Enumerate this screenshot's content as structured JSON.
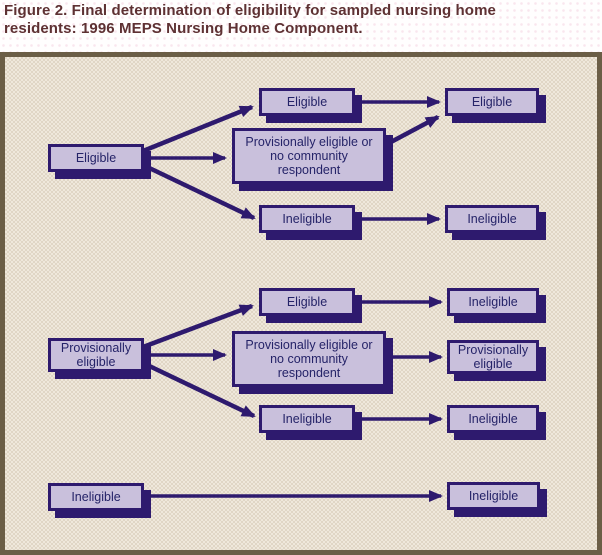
{
  "title": {
    "line1": "Figure 2.  Final determination of eligibility for sampled nursing home",
    "line2": "residents:  1996 MEPS Nursing Home Component."
  },
  "colors": {
    "title_text": "#5e3133",
    "diagram_background": "#e8e0d2",
    "diagram_border": "#6b5e46",
    "box_fill": "#c9c0dc",
    "box_border": "#2e1a6e",
    "box_shadow": "#2e1a6e",
    "box_text": "#252368",
    "arrow": "#2e1a6e"
  },
  "diagram": {
    "nodes": {
      "l1": {
        "label": "Eligible"
      },
      "l2": {
        "label": "Provisionally eligible"
      },
      "l3": {
        "label": "Ineligible"
      },
      "m1": {
        "label": "Eligible"
      },
      "m2": {
        "label": "Provisionally eligible or no community respondent"
      },
      "m3": {
        "label": "Ineligible"
      },
      "m4": {
        "label": "Eligible"
      },
      "m5": {
        "label": "Provisionally eligible or no community respondent"
      },
      "m6": {
        "label": "Ineligible"
      },
      "r1": {
        "label": "Eligible"
      },
      "r2": {
        "label": "Ineligible"
      },
      "r3": {
        "label": "Ineligible"
      },
      "r4": {
        "label": "Provisionally eligible"
      },
      "r5": {
        "label": "Ineligible"
      },
      "r6": {
        "label": "Ineligible"
      }
    },
    "edges": [
      {
        "from": "l1",
        "to": "m1"
      },
      {
        "from": "l1",
        "to": "m2"
      },
      {
        "from": "l1",
        "to": "m3"
      },
      {
        "from": "m1",
        "to": "r1"
      },
      {
        "from": "m2",
        "to": "r1"
      },
      {
        "from": "m3",
        "to": "r2"
      },
      {
        "from": "l2",
        "to": "m4"
      },
      {
        "from": "l2",
        "to": "m5"
      },
      {
        "from": "l2",
        "to": "m6"
      },
      {
        "from": "m4",
        "to": "r3"
      },
      {
        "from": "m5",
        "to": "r4"
      },
      {
        "from": "m6",
        "to": "r5"
      },
      {
        "from": "l3",
        "to": "r6"
      }
    ]
  }
}
